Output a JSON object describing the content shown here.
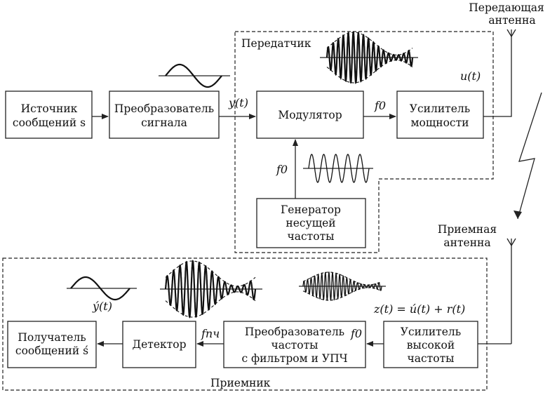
{
  "regions": {
    "transmitter": "Передатчик",
    "receiver": "Приемник"
  },
  "antennas": {
    "tx": [
      "Передающая",
      "антенна"
    ],
    "rx": [
      "Приемная",
      "антенна"
    ]
  },
  "blocks": {
    "source": [
      "Источник",
      "сообщений s"
    ],
    "converter": [
      "Преобразователь",
      "сигнала"
    ],
    "modulator": [
      "Модулятор"
    ],
    "amplifier": [
      "Усилитель",
      "мощности"
    ],
    "generator": [
      "Генератор",
      "несущей",
      "частоты"
    ],
    "receiver_amp": [
      "Усилитель",
      "высокой",
      "частоты"
    ],
    "freq_converter": [
      "Преобразователь",
      "частоты",
      "с фильтром и УПЧ"
    ],
    "detector": [
      "Детектор"
    ],
    "recipient": [
      "Получатель",
      "сообщений ś"
    ]
  },
  "signals": {
    "y": "y(t)",
    "u": "u(t)",
    "f0_mod": "f0",
    "f0_gen": "f0",
    "f0_rx": "f0",
    "fpch": "fпч",
    "z": "z(t) = ú(t)  + r(t)",
    "y_hat": "ý(t)"
  }
}
